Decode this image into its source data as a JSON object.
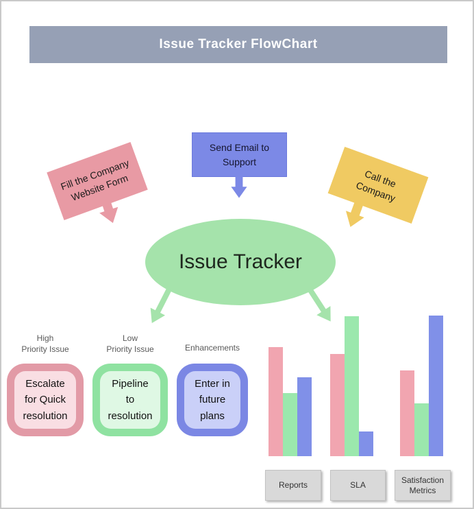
{
  "banner": {
    "title": "Issue Tracker FlowChart"
  },
  "entry_nodes": [
    {
      "id": "fill-website-form",
      "label": "Fill the Company\nWebsite Form",
      "color": "#e89aa4"
    },
    {
      "id": "send-email-support",
      "label": "Send Email to\nSupport",
      "color": "#7c89e6"
    },
    {
      "id": "call-company",
      "label": "Call the\nCompany",
      "color": "#f0ca62"
    }
  ],
  "hub": {
    "label": "Issue Tracker",
    "color": "#a5e3ab"
  },
  "outcomes": [
    {
      "id": "high-priority",
      "category": "High\nPriority Issue",
      "label": "Escalate\nfor Quick\nresolution",
      "outer_color": "#e29aa6",
      "inner_color": "#f9dee3"
    },
    {
      "id": "low-priority",
      "category": "Low\nPriority Issue",
      "label": "Pipeline\nto\nresolution",
      "outer_color": "#8fe2a1",
      "inner_color": "#dff8e4"
    },
    {
      "id": "enhancements",
      "category": "Enhancements",
      "label": "Enter in\nfuture\nplans",
      "outer_color": "#7b87e4",
      "inner_color": "#cad0f8"
    }
  ],
  "chart_data": {
    "type": "bar",
    "categories": [
      "Reports",
      "SLA",
      "Satisfaction Metrics"
    ],
    "series": [
      {
        "name": "pink-series",
        "color": "#f1a5b0",
        "values": [
          159,
          149,
          125
        ]
      },
      {
        "name": "green-series",
        "color": "#9be8ad",
        "values": [
          92,
          204,
          77
        ]
      },
      {
        "name": "blue-series",
        "color": "#8090e8",
        "values": [
          115,
          36,
          205
        ]
      }
    ],
    "title": "",
    "xlabel": "",
    "ylabel": "",
    "value_unit": "relative bar height in px (no axis or value labels shown)",
    "legend": "none",
    "grid": false
  },
  "colors": {
    "banner_bg": "#96a0b5",
    "banner_text": "#ffffff",
    "category_label_text": "#595959",
    "chart_button_bg": "#d9d9d9",
    "page_border": "#c9c9c9",
    "arrow_green": "#a5e3ab"
  }
}
